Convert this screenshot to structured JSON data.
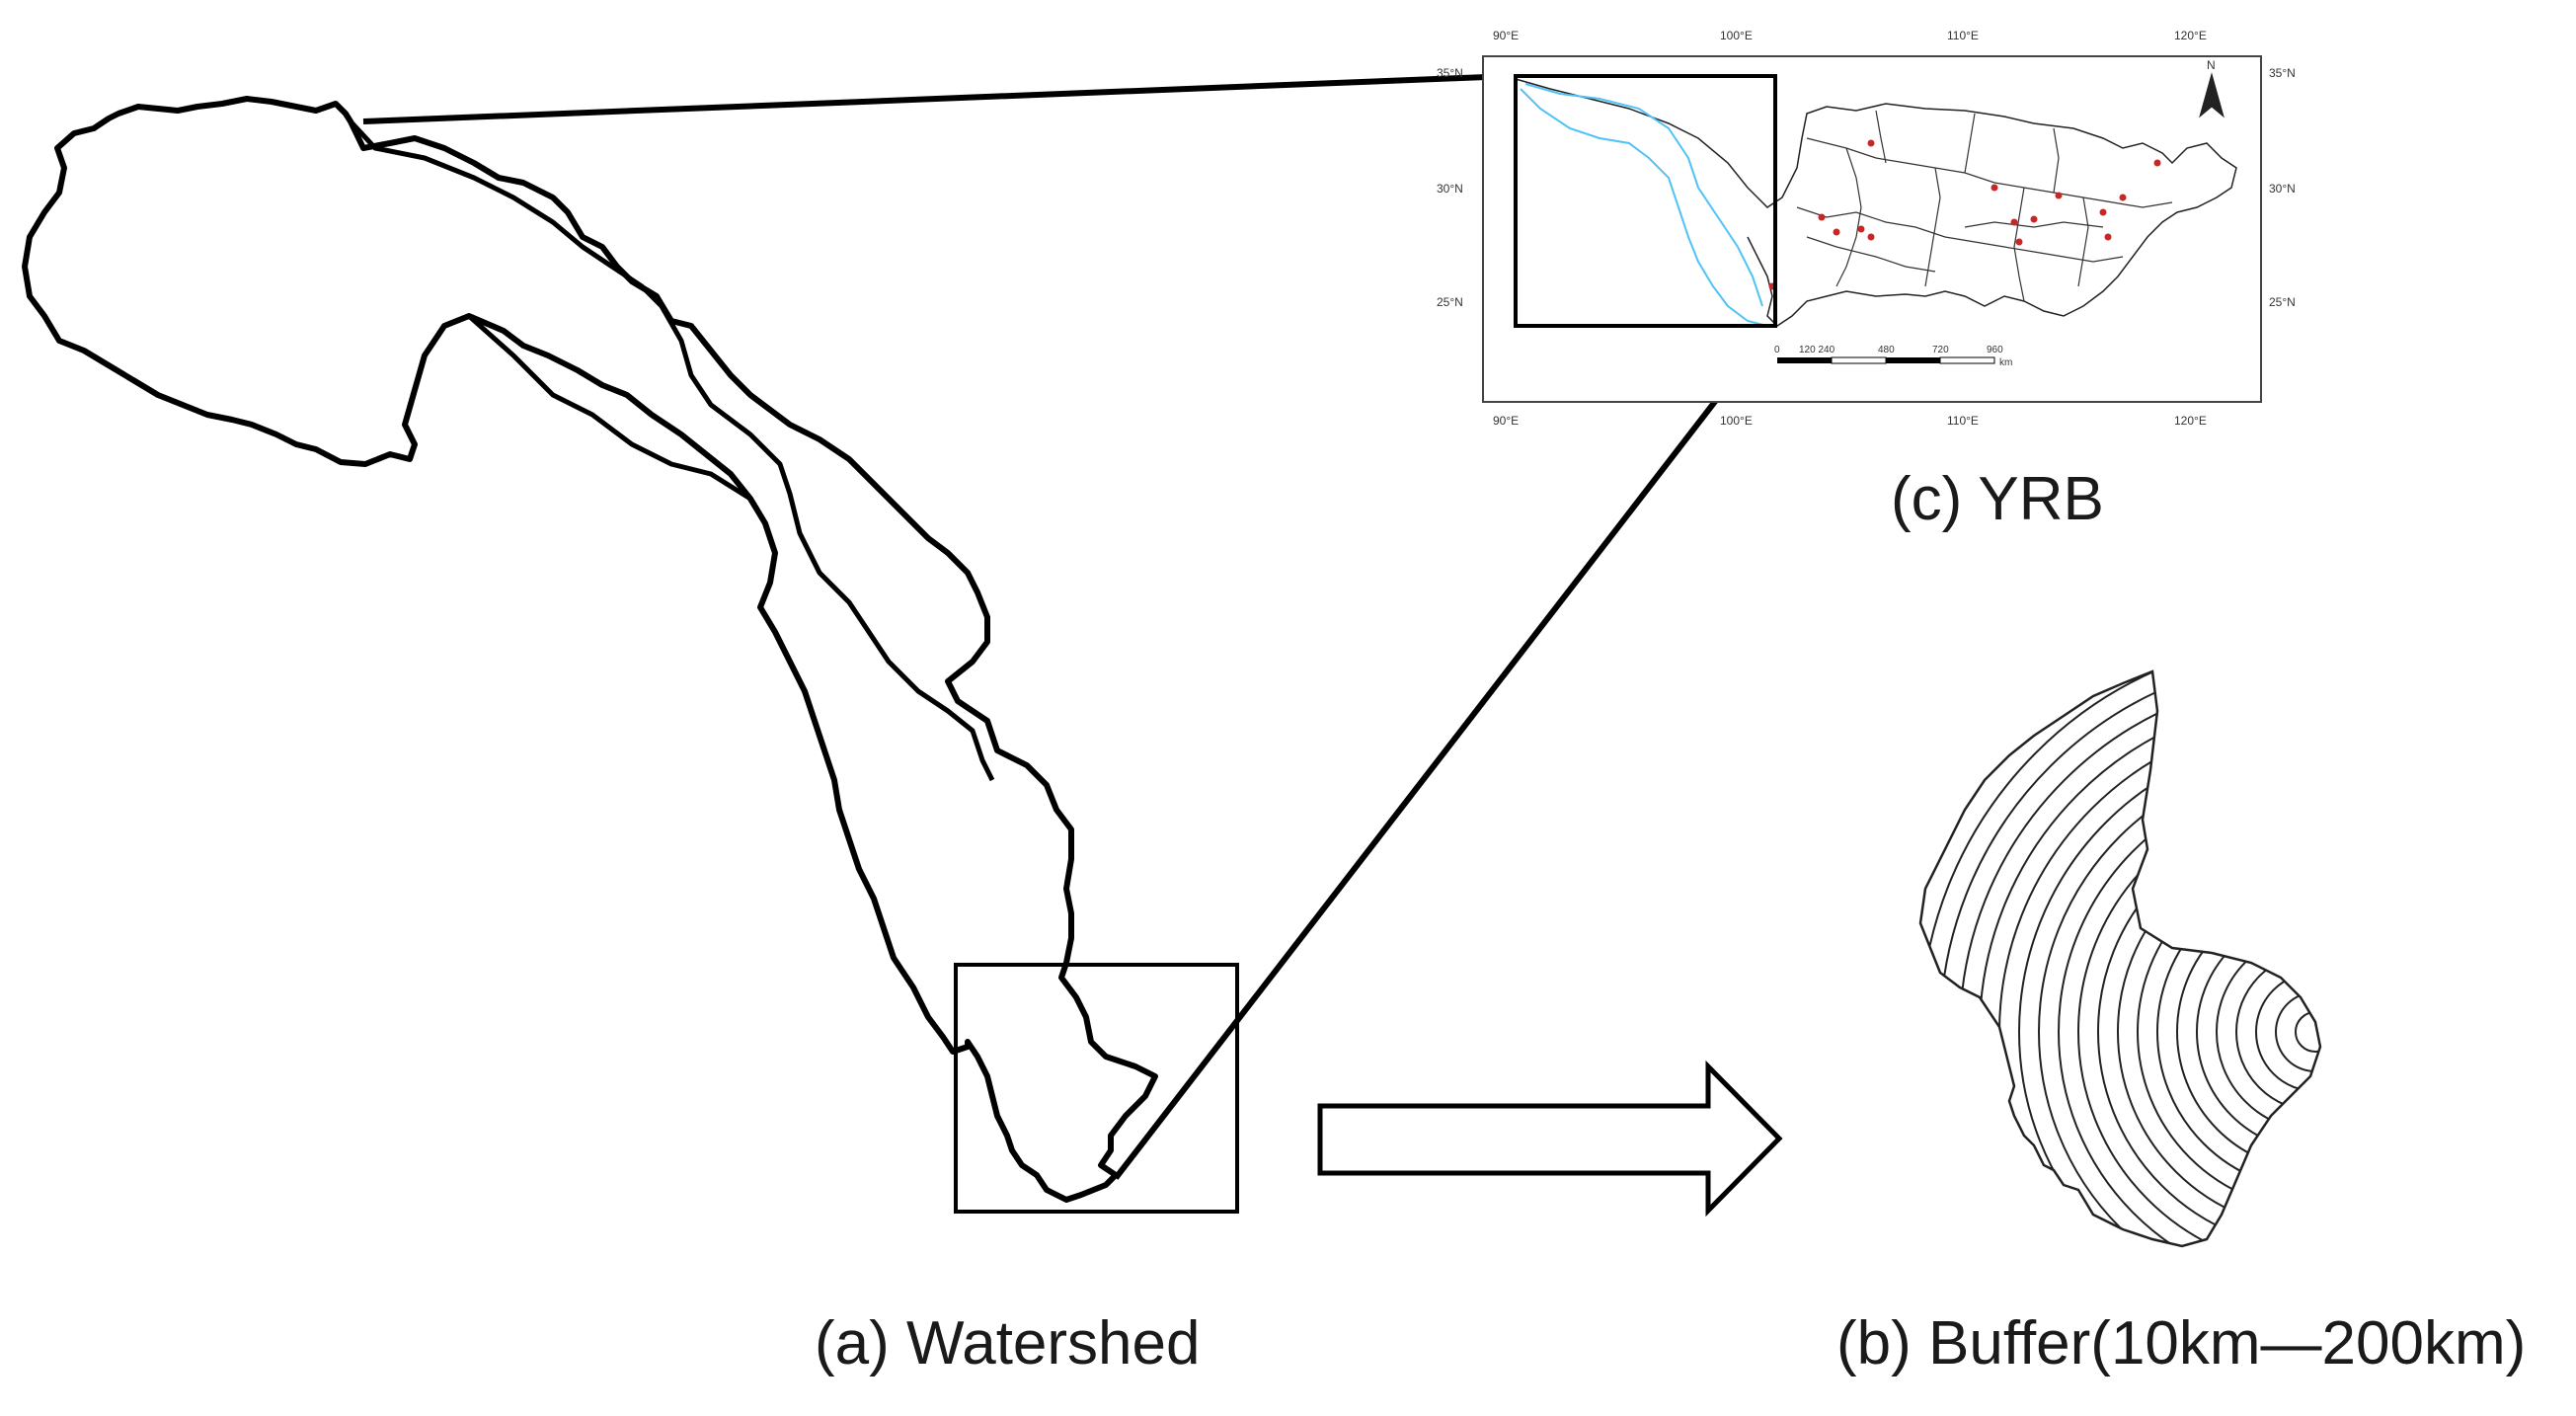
{
  "captions": {
    "watershed": "(a) Watershed",
    "buffer": "(b) Buffer(10km—200km)",
    "yrb": "(c) YRB"
  },
  "yrb_map": {
    "lon_labels": [
      "90°E",
      "100°E",
      "110°E",
      "120°E"
    ],
    "lat_labels_left": [
      "35°N",
      "30°N",
      "25°N"
    ],
    "lat_labels_right": [
      "35°N",
      "30°N",
      "25°N"
    ],
    "north_label": "N",
    "scale_ticks": [
      "0",
      "120 240",
      "480",
      "720",
      "960"
    ],
    "scale_unit": "km"
  },
  "colors": {
    "outline": "#000000",
    "river": "#4fc3f7",
    "station": "#c62828"
  }
}
